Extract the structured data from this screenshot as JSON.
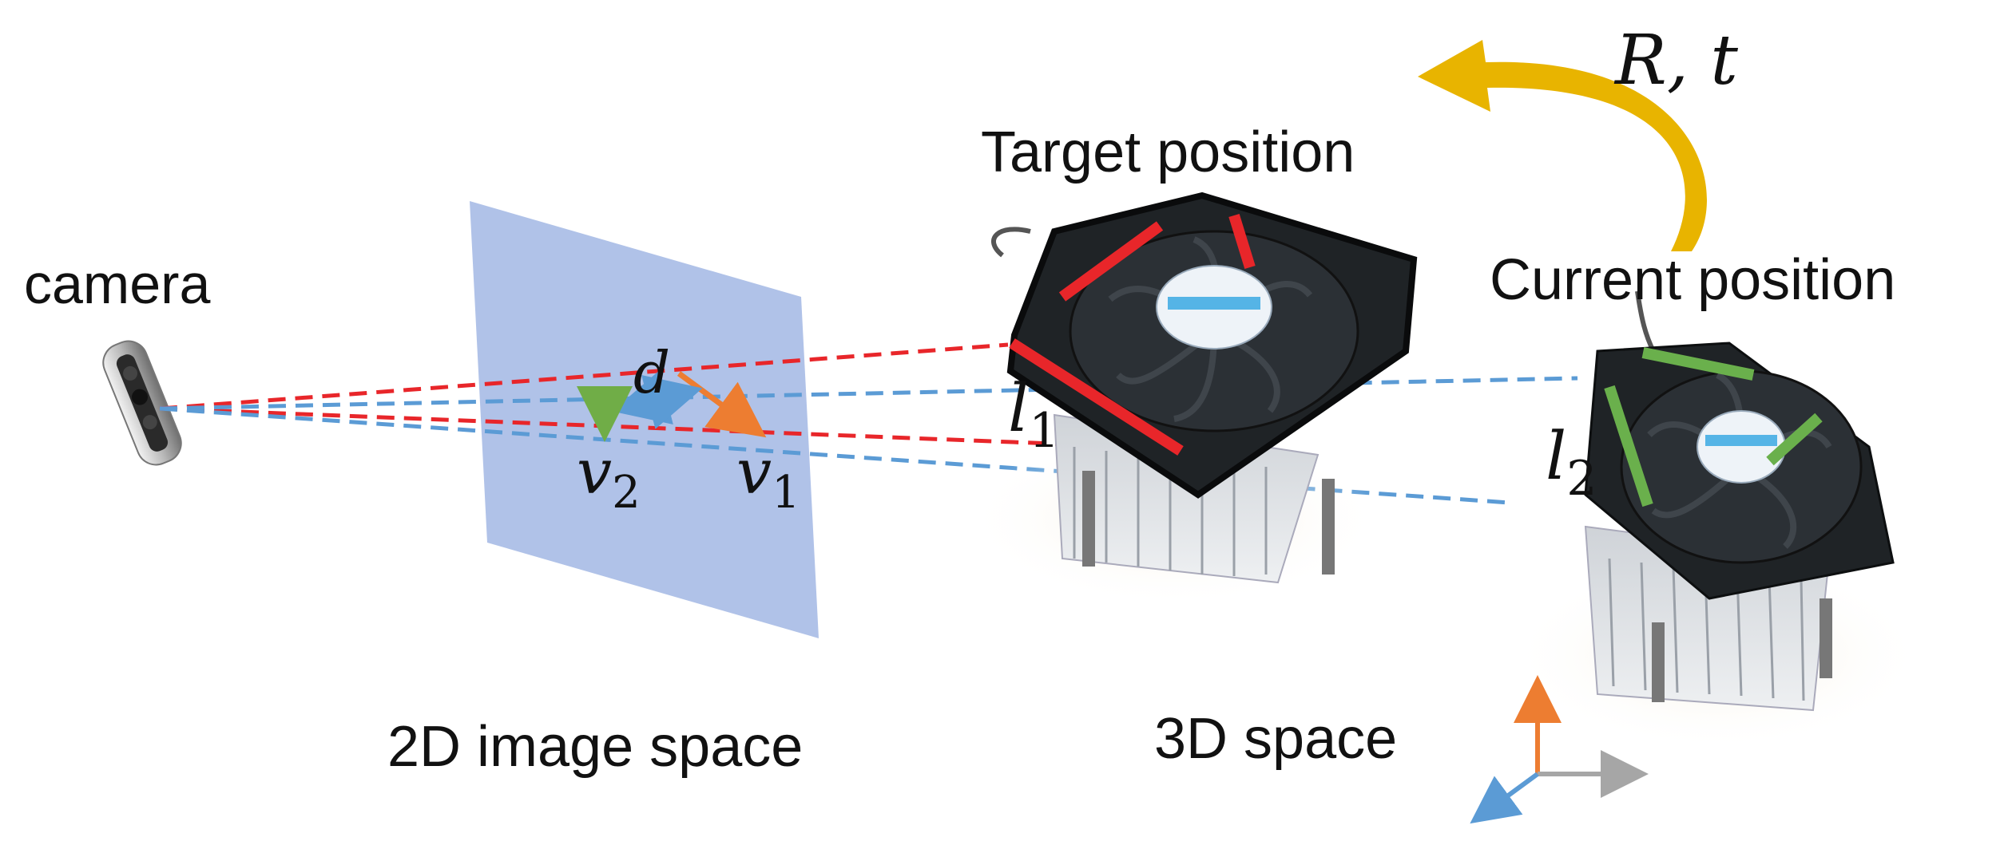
{
  "labels": {
    "camera": "camera",
    "target_position": "Target position",
    "current_position": "Current position",
    "image_space": "2D image space",
    "space_3d": "3D space"
  },
  "math": {
    "rt": "R, t",
    "d": "d",
    "v1_base": "v",
    "v1_sub": "1",
    "v2_base": "v",
    "v2_sub": "2",
    "l1_base": "l",
    "l1_sub": "1",
    "l2_base": "l",
    "l2_sub": "2"
  },
  "colors": {
    "ray_red": "#e8262a",
    "ray_blue": "#5b9bd5",
    "image_plane": "#a9bde6",
    "line_green": "#6ab04c",
    "arrow_orange": "#ed7d31",
    "arrow_blue": "#5b9bd5",
    "arrow_green": "#70ad47",
    "arrow_gold": "#e8b400",
    "axis_gray": "#a6a6a6",
    "text": "#111111"
  }
}
